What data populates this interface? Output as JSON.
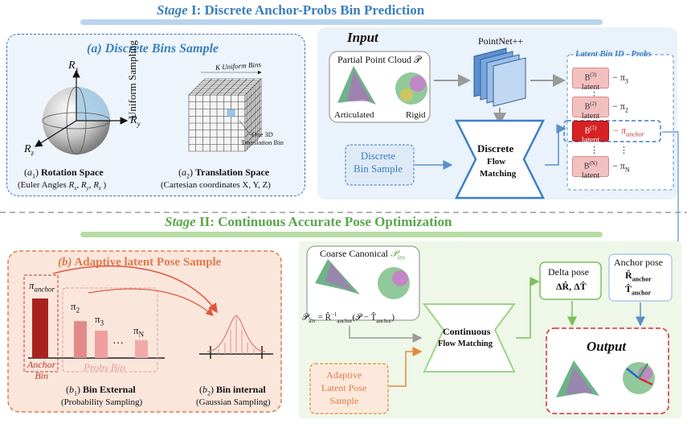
{
  "stage1": {
    "prefix": "Stage",
    "roman": "I",
    "title": ": Discrete Anchor-Probs Bin Prediction",
    "color": "#3a7fbf"
  },
  "stage2": {
    "prefix": "Stage",
    "roman": "II",
    "title": ": Continuous Accurate Pose Optimization",
    "color": "#5aa64a"
  },
  "panel_a": {
    "title": "(a) Discrete Bins Sample",
    "rx": "Rx",
    "ry": "Ry",
    "rz": "Rz",
    "uniform_sampling": "Uniform Sampling",
    "k_uniform_bins": "K Uniform Bins",
    "one_3d_bin": "One 3D\nTranslation Bin",
    "a1_label": "(a1) Rotation Space",
    "a1_sub": "(Euler Angles Rx, Ry, Rz )",
    "a2_label": "(a2) Translation Space",
    "a2_sub": "(Cartesian coordinates X, Y, Z)"
  },
  "input": {
    "title": "Input",
    "partial_cloud": "Partial Point Cloud 𝒫",
    "articulated": "Articulated",
    "rigid": "Rigid",
    "pointnet": "PointNet++",
    "discrete_bin_sample": "Discrete\nBin Sample",
    "dfm_line1": "Discrete",
    "dfm_line2": "Flow",
    "dfm_line3": "Matching"
  },
  "latent": {
    "title": "Latent Bin ID - Probs",
    "rows": [
      {
        "bin": "B(3) latent",
        "prob": "− π3"
      },
      {
        "bin": "B(2) latent",
        "prob": "− π2"
      },
      {
        "bin": "B(1) latent",
        "prob": "− πanchor"
      },
      {
        "bin": "B(N) latent",
        "prob": "− πN"
      }
    ]
  },
  "panel_b": {
    "title": "(b) Adaptive latent Pose Sample",
    "pi_anchor": "πanchor",
    "pi2": "π2",
    "pi3": "π3",
    "piN": "πN",
    "dots": "···",
    "anchor_bin": "Anchor\nBin",
    "probs_bin": "Probs Bin",
    "b1_label": "(b1) Bin External",
    "b1_sub": "(Probability Sampling)",
    "b2_label": "(b2) Bin internal",
    "b2_sub": "(Gaussian Sampling)",
    "bar_values": [
      1.0,
      0.62,
      0.46,
      0.3
    ]
  },
  "stage2_flow": {
    "coarse": "Coarse Canonical 𝒫inv",
    "formula": "𝒫inv = R̂⁻¹anchor(𝒫 − T̂anchor)",
    "adaptive": "Adaptive\nLatent Pose\nSample",
    "cfm_line1": "Continuous",
    "cfm_line2": "Flow Matching",
    "delta_pose": "Delta pose",
    "delta_vals": "ΔR̂, ΔT̂",
    "anchor_pose": "Anchor pose",
    "anchor_r": "R̂anchor",
    "anchor_t": "T̂anchor",
    "output": "Output"
  }
}
